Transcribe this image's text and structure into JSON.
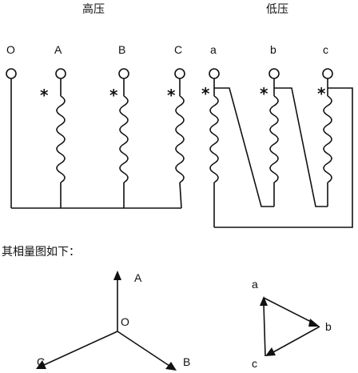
{
  "headers": {
    "high_voltage": "高压",
    "low_voltage": "低压"
  },
  "terminals": {
    "O": "O",
    "A": "A",
    "B": "B",
    "C": "C",
    "a": "a",
    "b": "b",
    "c": "c"
  },
  "polarity_mark": "*",
  "caption": "其相量图如下：",
  "phasor_high": {
    "A": "A",
    "B": "B",
    "C": "C",
    "O": "O"
  },
  "phasor_low": {
    "a": "a",
    "b": "b",
    "c": "c"
  }
}
